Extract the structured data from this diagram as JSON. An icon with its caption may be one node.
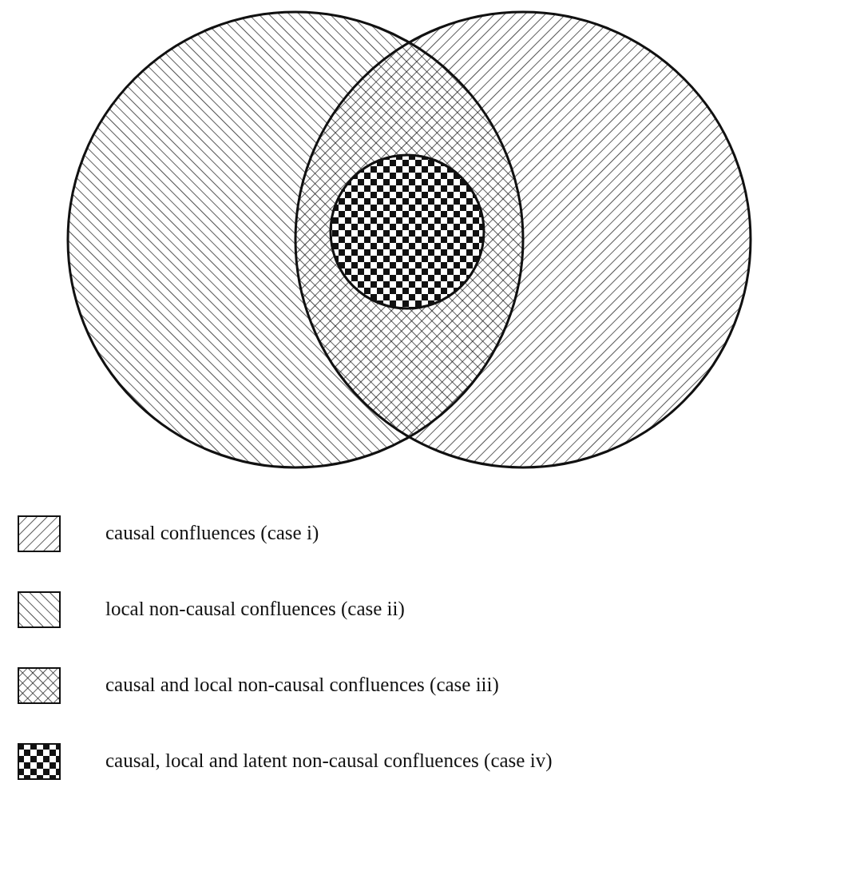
{
  "diagram": {
    "legend": [
      {
        "text": "causal confluences (case i)"
      },
      {
        "text": "local non-causal confluences (case ii)"
      },
      {
        "text": "causal and local non-causal confluences (case iii)"
      },
      {
        "text": "causal, local and latent non-causal confluences (case iv)"
      }
    ]
  }
}
